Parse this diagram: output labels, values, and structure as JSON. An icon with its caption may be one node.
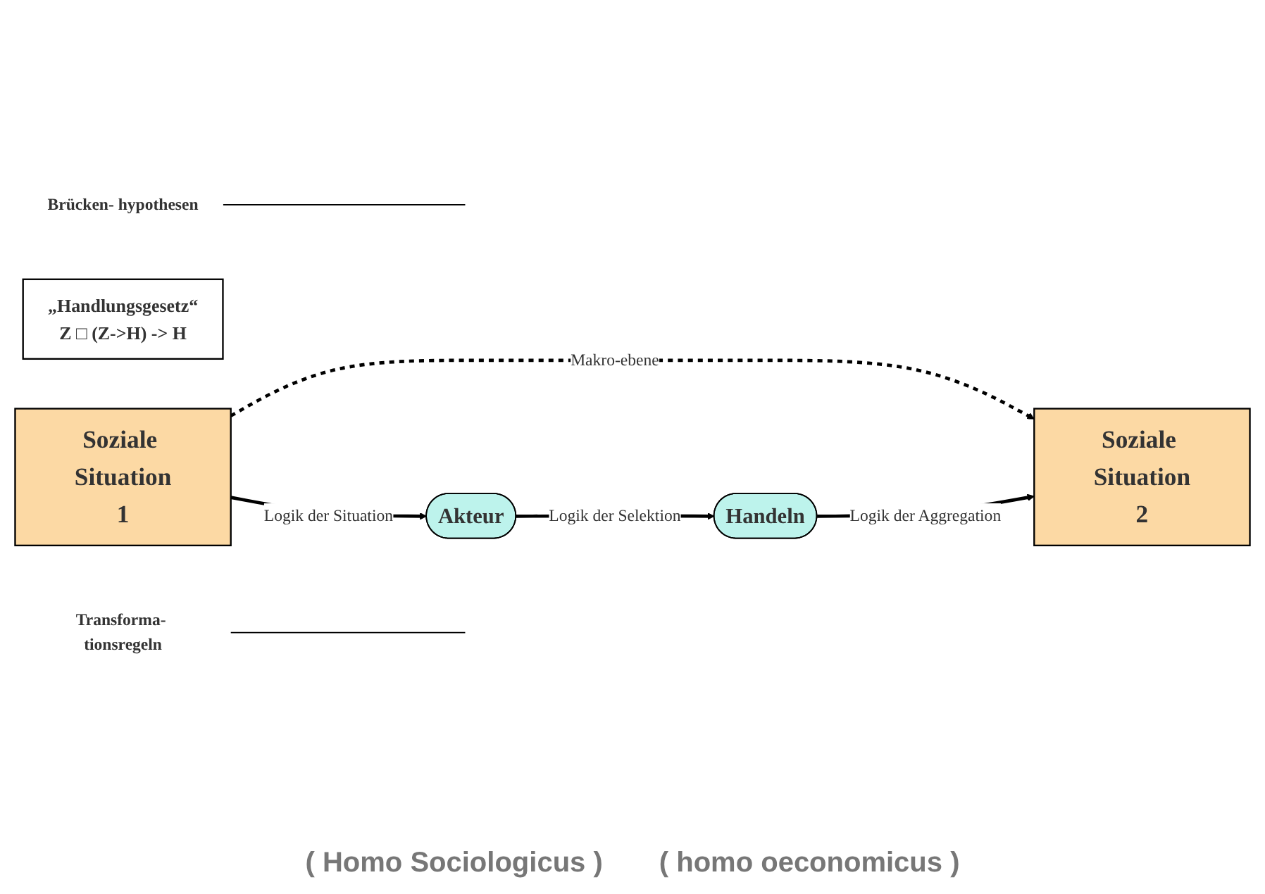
{
  "diagram": {
    "nodes": [
      {
        "text": [
          "Soziale Situation",
          "1"
        ]
      },
      {
        "text": [
          "Soziale Situation",
          "2"
        ]
      },
      {
        "text": [
          "Akteur"
        ]
      },
      {
        "text": [
          "Handeln"
        ]
      },
      {
        "text": [
          "„Handlungsgesetz“",
          "Z □ (Z->H) -> H"
        ]
      },
      {
        "text": [
          "Brücken- hypothesen"
        ]
      },
      {
        "text": [
          "Transforma- tionsregeln"
        ]
      }
    ],
    "edges": [
      {
        "from": 0,
        "to": 1,
        "arrow": "to",
        "label": "Makro-ebene",
        "style": "dashed"
      },
      {
        "from": 0,
        "to": 2,
        "arrow": "to",
        "label": "Logik der Situation"
      },
      {
        "from": 2,
        "to": 3,
        "arrow": "to",
        "label": "Logik der Selektion"
      },
      {
        "from": 3,
        "to": 1,
        "arrow": "to",
        "label": "Logik der Aggregation"
      },
      {
        "from": 5,
        "to": null,
        "arrow": "none"
      },
      {
        "from": 6,
        "to": null,
        "arrow": "none"
      }
    ],
    "labels": [
      "( Homo Sociologicus )",
      "( homo oeconomicus )"
    ]
  }
}
